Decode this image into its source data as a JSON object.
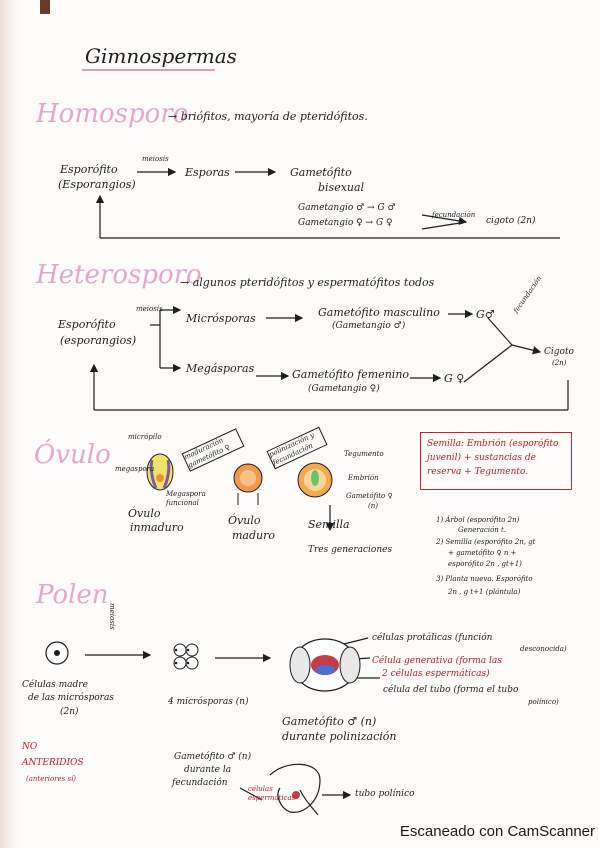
{
  "title": "Gimnospermas",
  "homosporo": {
    "heading": "Homosporo",
    "desc": "→ briófitos, mayoría de pteridófitos.",
    "esporofito": "Esporófito",
    "esporangios": "(Esporangios)",
    "meiosis": "meiosis",
    "esporas": "Esporas",
    "gametofito": "Gametófito",
    "bisexual": "bisexual",
    "gametangio_m": "Gametangio ♂ → G ♂",
    "gametangio_f": "Gametangio ♀ → G ♀",
    "fecundacion": "fecundación",
    "cigoto": "cigoto (2n)"
  },
  "heterosporo": {
    "heading": "Heterosporo",
    "desc": "→ algunos pteridófitos y espermatófitos todos",
    "esporofito": "Esporófito",
    "esporangios": "(esporangios)",
    "meiosis": "meiosis",
    "microsporas": "Micrósporas",
    "megasporas": "Megásporas",
    "gam_masc": "Gametófito masculino",
    "gam_masc_sub": "(Gametangio ♂)",
    "gam_fem": "Gametófito femenino",
    "gam_fem_sub": "(Gametangio ♀)",
    "gm": "G♂",
    "gf": "G ♀",
    "fecundacion": "fecundación",
    "cigoto": "Cigoto",
    "cigoto_n": "(2n)"
  },
  "ovulo": {
    "heading": "Óvulo",
    "micropilo": "micrópilo",
    "megaspora": "megaspora",
    "megaspora_func": "Megaspora funcional",
    "maduracion": "maduración gametófito ♀",
    "polinizacion": "polinización y fecundación",
    "ovulo_inmaduro_1": "Óvulo",
    "ovulo_inmaduro_2": "inmaduro",
    "ovulo_maduro_1": "Óvulo",
    "ovulo_maduro_2": "maduro",
    "semilla": "Semilla",
    "tres_gen": "Tres generaciones",
    "tegumento": "Tegumento",
    "embrion": "Embrión",
    "gametofito_f": "Gametófito ♀",
    "gametofito_n": "(n)",
    "box_text": "Semilla: Embrión (esporófito juvenil) + sustancias de reserva + Tegumento.",
    "gen_1": "1) Árbol (esporófito 2n)",
    "gen_1b": "Generación t.",
    "gen_2": "2) Semilla (esporófito 2n, gt",
    "gen_2b": "+ gametófito ♀ n +",
    "gen_2c": "esporófito 2n , gt+1)",
    "gen_3": "3) Planta nueva. Esporófito",
    "gen_3b": "2n , g t+1 (plántula)"
  },
  "polen": {
    "heading": "Polen",
    "meiosis": "meiosis",
    "celulas_madre_1": "Células madre",
    "celulas_madre_2": "de las micrósporas",
    "celulas_madre_3": "(2n)",
    "microsporas": "4 micrósporas (n)",
    "protalicas": "células protálicas (función",
    "protalicas_2": "desconocida)",
    "generativa": "Célula generativa (forma las",
    "generativa_2": "2 células espermáticas)",
    "tubo": "célula del tubo (forma el tubo",
    "tubo_2": "polínico)",
    "gam_masc_1": "Gametófito ♂ (n)",
    "gam_masc_2": "durante polinización",
    "no": "NO",
    "anteridios": "ANTERIDIOS",
    "anteriores": "(anteriores sí)",
    "gam_fec_1": "Gametófito ♂ (n)",
    "gam_fec_2": "durante la",
    "gam_fec_3": "fecundación",
    "esp_cells": "células espermáticas",
    "tubo_polinico": "tubo polínico"
  },
  "footer": "Escaneado con CamScanner"
}
